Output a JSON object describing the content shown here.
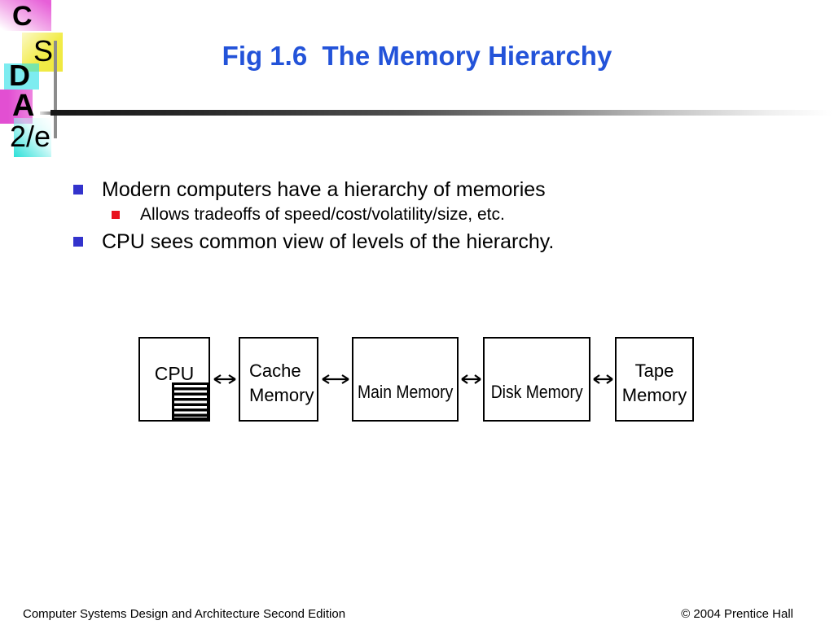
{
  "slide": {
    "title": "Fig 1.6  The Memory Hierarchy",
    "footer_left": "Computer Systems Design and Architecture Second Edition",
    "footer_right": "© 2004 Prentice Hall"
  },
  "logo": {
    "c": "C",
    "s": "S",
    "d": "D",
    "a": "A",
    "edition": "2/e"
  },
  "bullets": [
    {
      "level": 1,
      "text": "Modern computers have a hierarchy of memories"
    },
    {
      "level": 2,
      "text": "Allows tradeoffs of speed/cost/volatility/size, etc."
    },
    {
      "level": 1,
      "text": "CPU sees common view of levels of the hierarchy."
    }
  ],
  "diagram": {
    "cpu": {
      "label": "CPU"
    },
    "cache": {
      "line1": "Cache",
      "line2": "Memory"
    },
    "main": {
      "label": "Main Memory"
    },
    "disk": {
      "label": "Disk Memory"
    },
    "tape": {
      "line1": "Tape",
      "line2": "Memory"
    }
  },
  "colors": {
    "title_blue": "#2353d9",
    "bullet_blue": "#3333cc",
    "bullet_red": "#e8111d",
    "logo_magenta": "#e75fd8",
    "logo_yellow": "#f2ec49",
    "logo_cyan": "#2de1e6",
    "rule_dark": "#161616",
    "line_gray": "#8c8c8c"
  }
}
